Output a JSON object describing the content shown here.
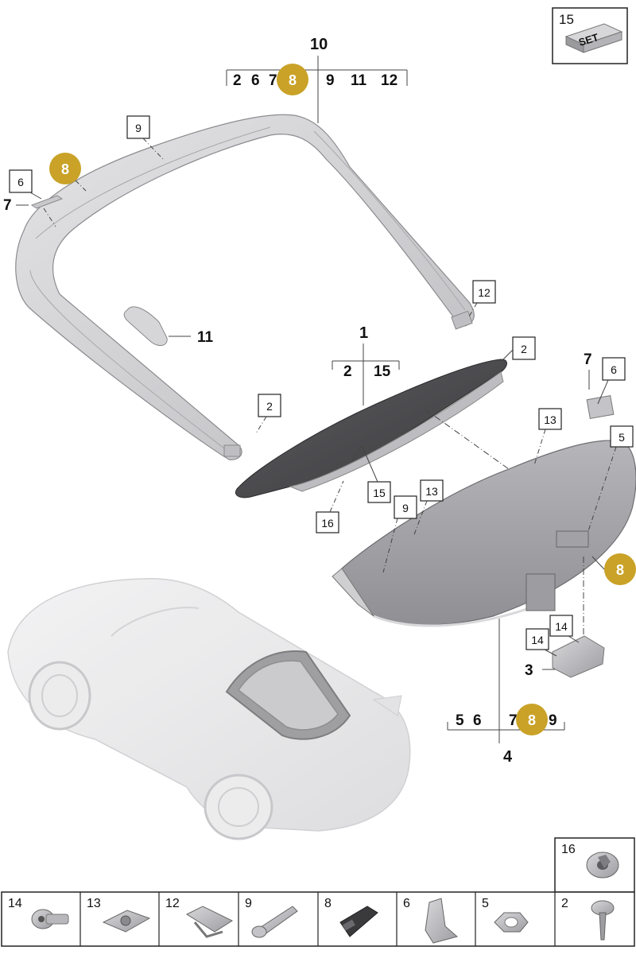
{
  "diagram": {
    "assemblies": {
      "upper_frame": {
        "number": "10",
        "subparts": [
          "2",
          "6",
          "7",
          "8",
          "9",
          "11",
          "12"
        ]
      },
      "cover": {
        "number": "1",
        "subparts": [
          "2",
          "15"
        ]
      },
      "lower_panel": {
        "number": "4",
        "subparts": [
          "5",
          "6",
          "7",
          "8",
          "9"
        ]
      }
    },
    "callouts": {
      "c9_top": "9",
      "c6_left": "6",
      "c7_left": "7",
      "c11": "11",
      "c12": "12",
      "c2_frame": "2",
      "c2_cover": "2",
      "c15_cover": "15",
      "c16_cover": "16",
      "c7_right": "7",
      "c6_right": "6",
      "c5_right": "5",
      "c13_a": "13",
      "c13_b": "13",
      "c9_panel": "9",
      "c14_a": "14",
      "c14_b": "14",
      "c3": "3"
    },
    "highlight": {
      "label": "8",
      "color": "#c9a227"
    },
    "set_box": {
      "number": "15",
      "text": "SET"
    },
    "hardware_grid": {
      "top_cell": {
        "number": "16"
      },
      "cells": [
        {
          "number": "14",
          "icon": "torx-screw-icon"
        },
        {
          "number": "13",
          "icon": "clip-nut-icon"
        },
        {
          "number": "12",
          "icon": "bracket-clip-icon"
        },
        {
          "number": "9",
          "icon": "expansion-rivet-icon"
        },
        {
          "number": "8",
          "icon": "rubber-buffer-icon"
        },
        {
          "number": "6",
          "icon": "spring-clip-icon"
        },
        {
          "number": "5",
          "icon": "hex-nut-icon"
        },
        {
          "number": "2",
          "icon": "push-rivet-icon"
        }
      ]
    }
  }
}
